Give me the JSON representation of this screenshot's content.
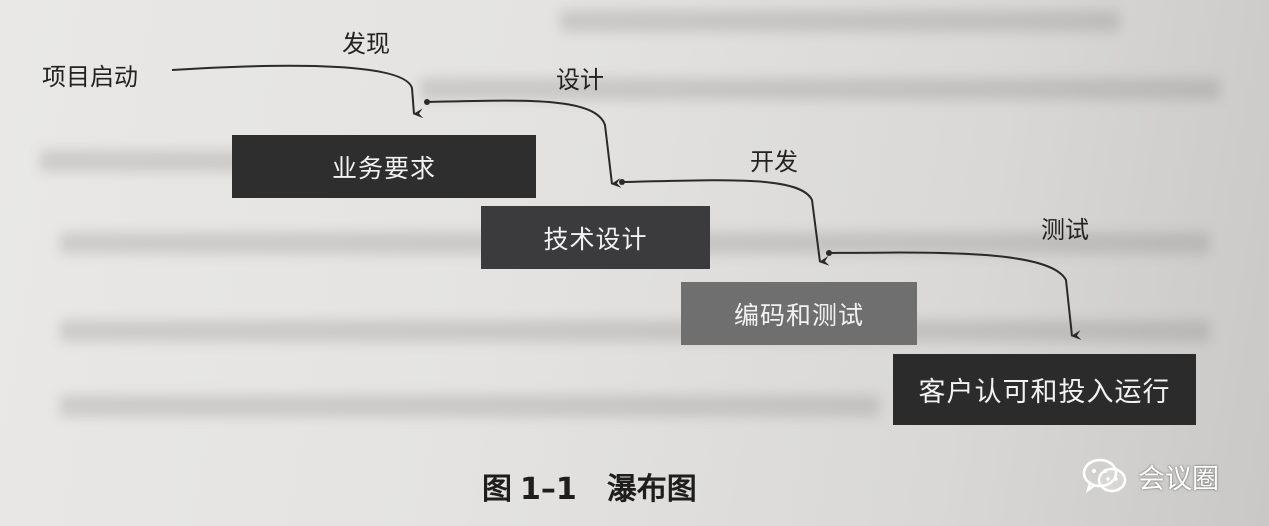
{
  "diagram": {
    "start_label": "项目启动",
    "phases": [
      "发现",
      "设计",
      "开发",
      "测试"
    ],
    "stages": [
      "业务要求",
      "技术设计",
      "编码和测试",
      "客户认可和投入运行"
    ]
  },
  "caption": {
    "prefix": "图",
    "number": "1–1",
    "title": "瀑布图"
  },
  "watermark": {
    "text": "会议圈",
    "icon": "wechat-icon"
  }
}
